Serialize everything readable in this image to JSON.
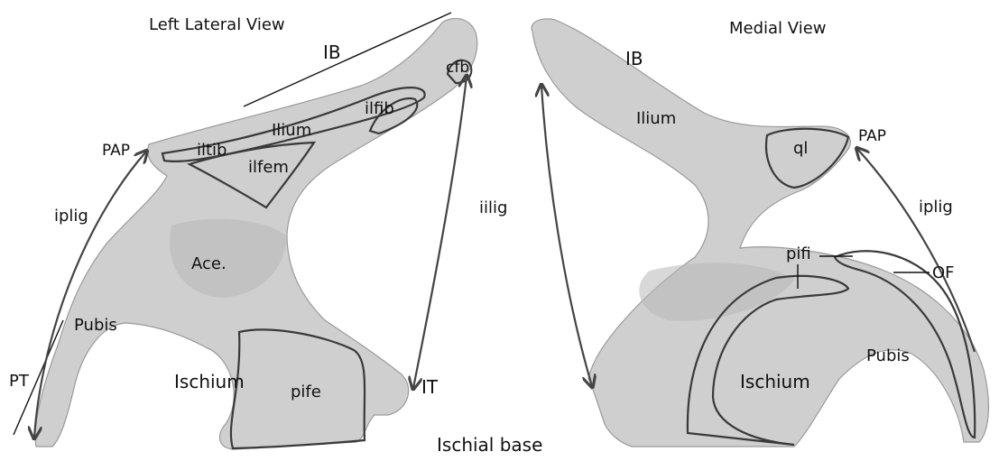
{
  "views": {
    "left_title": "Left Lateral View",
    "right_title": "Medial View"
  },
  "left_labels": {
    "ib": "IB",
    "cfb": "cfb",
    "ilium": "Ilium",
    "ilfib": "ilfib",
    "iltib": "iltib",
    "ilfem": "ilfem",
    "pap": "PAP",
    "iplig": "iplig",
    "ace": "Ace.",
    "pubis": "Pubis",
    "pt": "PT",
    "ischium": "Ischium",
    "pife": "pife",
    "it": "IT"
  },
  "center_labels": {
    "iilig": "iilig",
    "ischial_base": "Ischial base"
  },
  "right_labels": {
    "ib": "IB",
    "ilium": "Ilium",
    "ql": "ql",
    "pap": "PAP",
    "iplig": "iplig",
    "pifi": "pifi",
    "of": "OF",
    "pubis": "Pubis",
    "ischium": "Ischium"
  }
}
